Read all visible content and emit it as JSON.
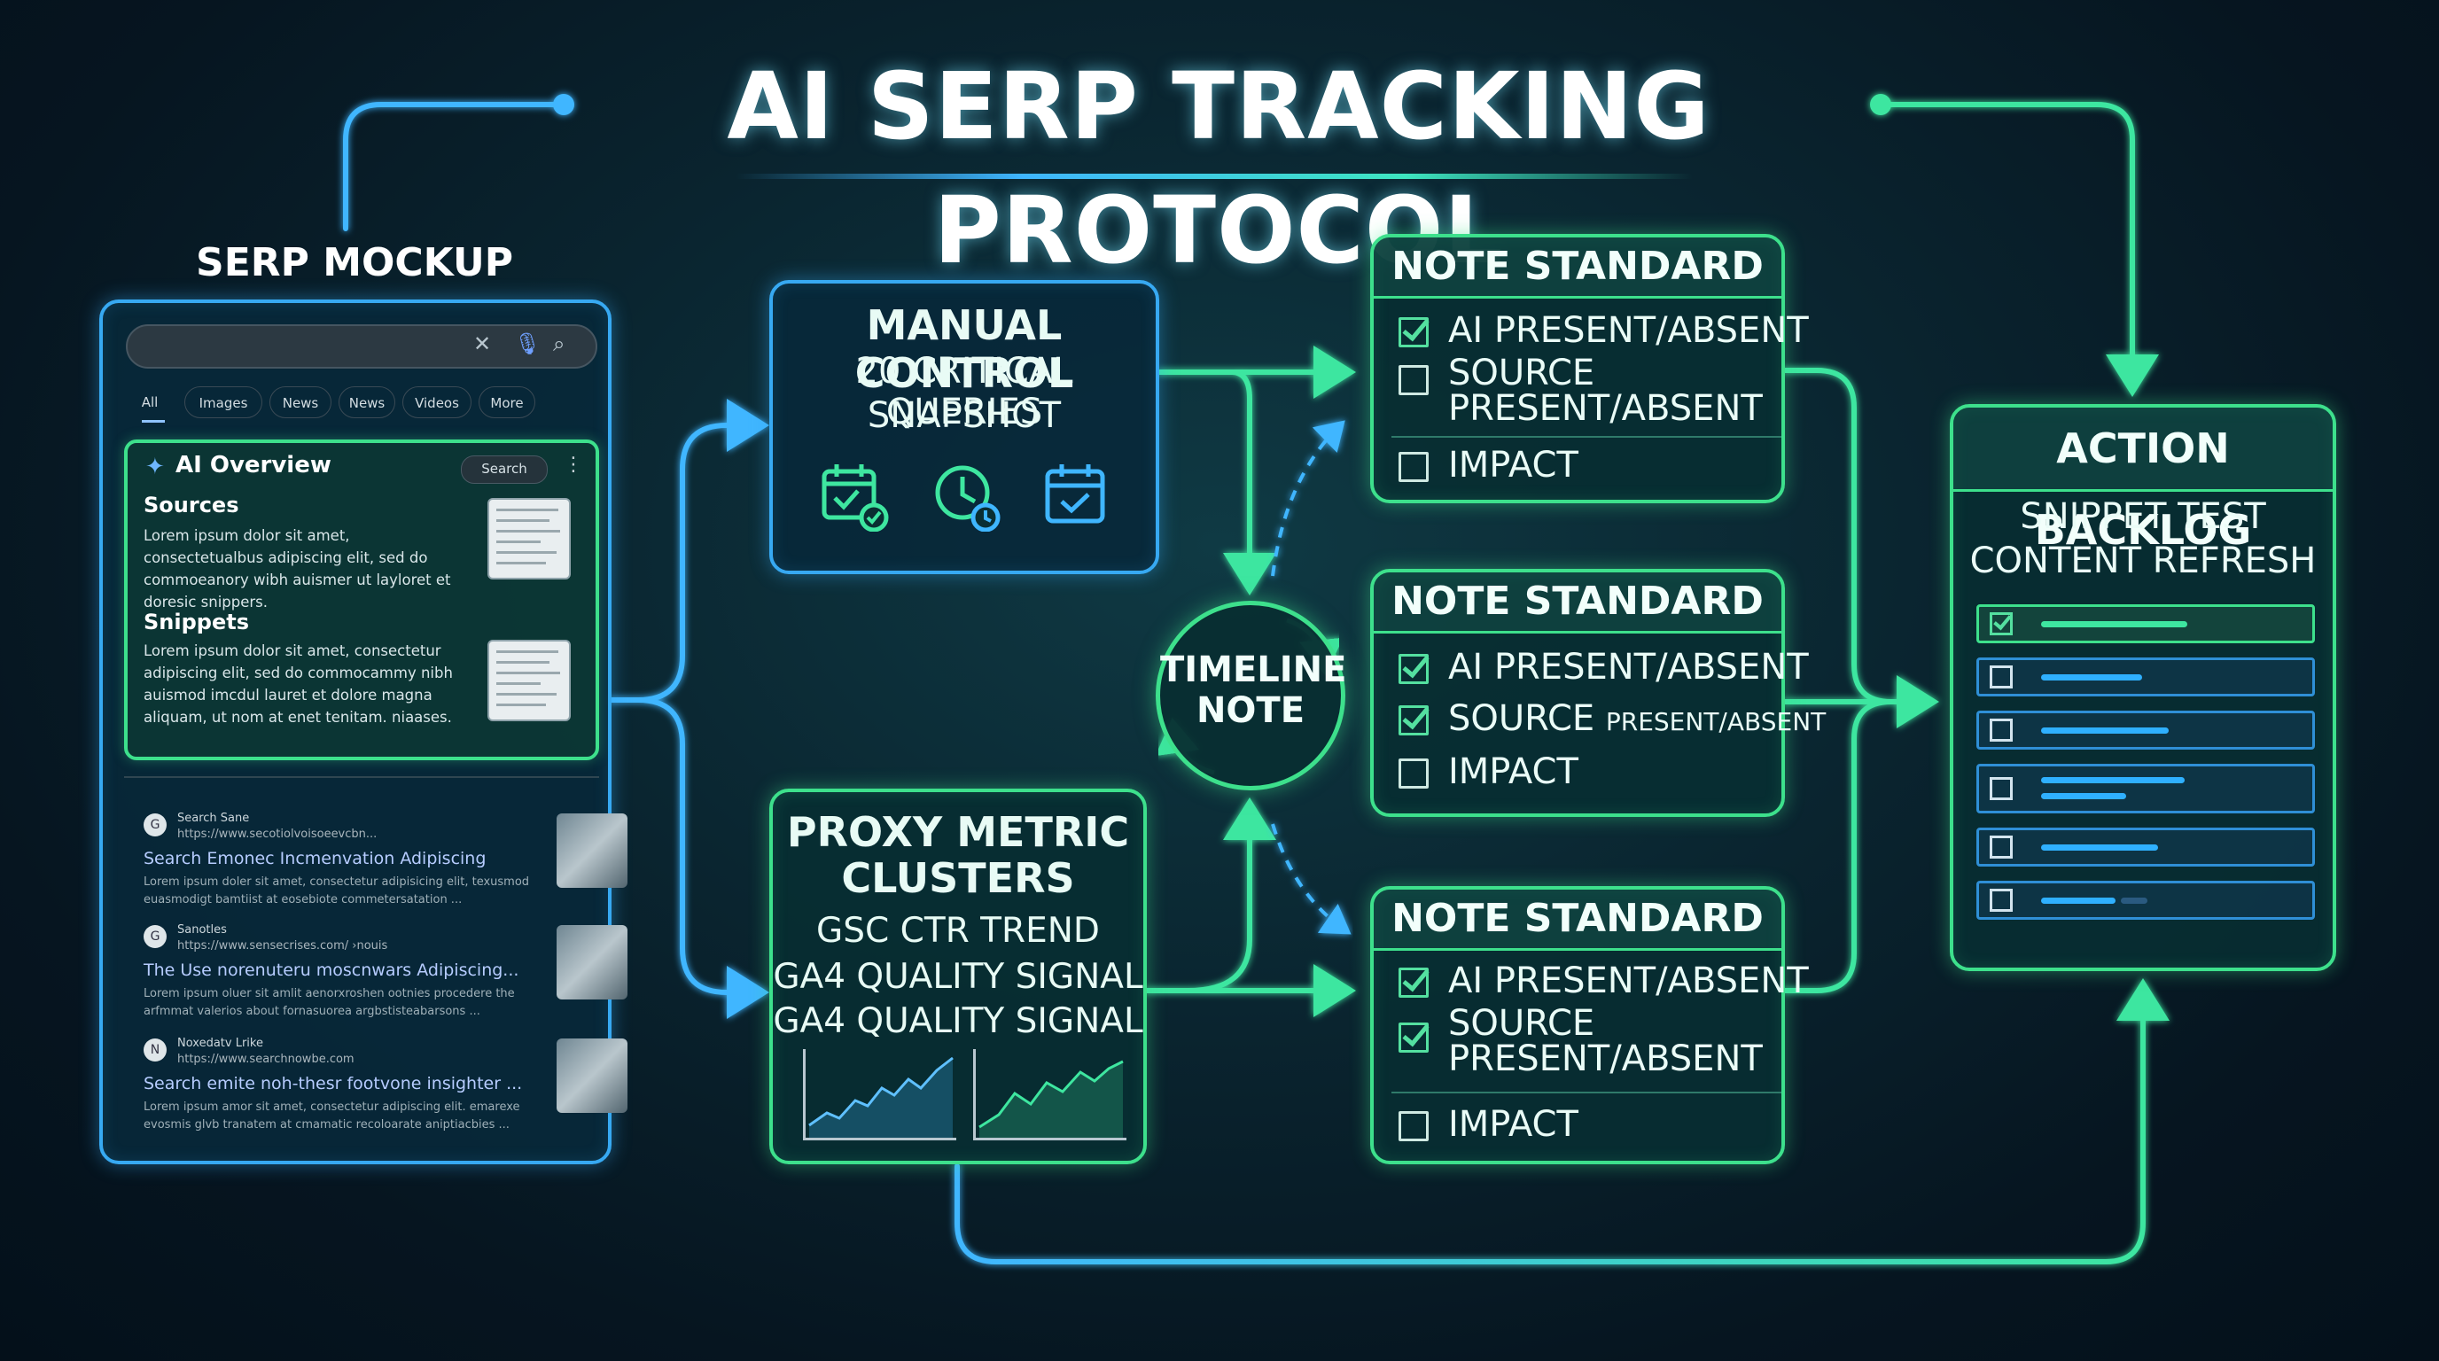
{
  "title": "AI SERP TRACKING PROTOCOL",
  "serp_mockup": {
    "label": "SERP MOCKUP",
    "tabs": [
      "All",
      "Images",
      "News",
      "News",
      "Videos",
      "More"
    ],
    "ai_overview": {
      "heading": "AI Overview",
      "chip": "Search",
      "sources_heading": "Sources",
      "sources_text": "Lorem ipsum dolor sit amet, consectetualbus adipiscing elit, sed do commoeanory wibh auismer ut layloret et doresic snippers.",
      "snippets_heading": "Snippets",
      "snippets_text": "Lorem ipsum dolor sit amet, consectetur adipiscing elit, sed do commocammy nibh auismod imcdul lauret et dolore magna aliquam, ut nom at enet tenitam. niaases."
    },
    "results": [
      {
        "site": "Search Sane",
        "url": "https://www.secotiolvoisoeevcbn...",
        "title": "Search Emonec Incmenvation Adipiscing",
        "snippet": "Lorem ipsum doler sit amet, consectetur adipisicing elit, texusmod euasmodigt bamtiist at eosebiote commetersatation ..."
      },
      {
        "site": "Sanotles",
        "url": "https://www.sensecrises.com/ ›nouis",
        "title": "The Use norenuteru moscnwars Adipiscing...",
        "snippet": "Lorem ipsum oluer sit amlit aenorxroshen ootnies procedere the arfmmat valerios about fornasuorea argbstisteabarsons ..."
      },
      {
        "site": "Noxedatv Lrike",
        "url": "https://www.searchnowbe.com",
        "title": "Search emite noh-thesr footvone insighter ...",
        "snippet": "Lorem ipsum amor sit amet, consectetur adipiscing elit. emarexe evosmis glvb tranatem at cmamatic recoloarate aniptiacbies ..."
      }
    ]
  },
  "manual_control": {
    "title": "MANUAL CONTROL",
    "line1": "20 CRITICAL QUERIES",
    "line2": "SNAPSHOT",
    "icons": [
      "calendar-check-icon",
      "clock-icon",
      "calendar-check-icon"
    ]
  },
  "proxy_metric": {
    "title_line1": "PROXY METRIC",
    "title_line2": "CLUSTERS",
    "line1": "GSC CTR TREND",
    "line2": "GA4 QUALITY SIGNAL",
    "line3": "GA4 QUALITY SIGNAL"
  },
  "timeline_note": {
    "line1": "TIMELINE",
    "line2": "NOTE"
  },
  "note_standards": [
    {
      "header": "NOTE STANDARD",
      "items": [
        {
          "label": "AI PRESENT/ABSENT",
          "checked": true
        },
        {
          "label": "SOURCE",
          "label2": "PRESENT/ABSENT",
          "checked": false
        },
        {
          "label": "IMPACT",
          "checked": false
        }
      ]
    },
    {
      "header": "NOTE STANDARD",
      "items": [
        {
          "label": "AI PRESENT/ABSENT",
          "checked": true
        },
        {
          "label": "SOURCE",
          "label2": "PRESENT/ABSENT",
          "checked": true
        },
        {
          "label": "IMPACT",
          "checked": false
        }
      ]
    },
    {
      "header": "NOTE STANDARD",
      "items": [
        {
          "label": "AI PRESENT/ABSENT",
          "checked": true
        },
        {
          "label": "SOURCE",
          "label2": "PRESENT/ABSENT",
          "checked": true
        },
        {
          "label": "IMPACT",
          "checked": false
        }
      ]
    }
  ],
  "action_backlog": {
    "header": "ACTION BACKLOG",
    "line1": "SNIPPET TEST",
    "line2": "CONTENT REFRESH",
    "rows": [
      {
        "checked": true,
        "bars": [
          0.55
        ]
      },
      {
        "checked": false,
        "bars": [
          0.38
        ]
      },
      {
        "checked": false,
        "bars": [
          0.48
        ]
      },
      {
        "checked": false,
        "bars": [
          0.54,
          0.32
        ]
      },
      {
        "checked": false,
        "bars": [
          0.44
        ]
      },
      {
        "checked": false,
        "bars": [
          0.28,
          0.1
        ]
      }
    ]
  },
  "colors": {
    "blue_accent": "#37a9f2",
    "green_accent": "#3de08c",
    "background": "#061520"
  }
}
